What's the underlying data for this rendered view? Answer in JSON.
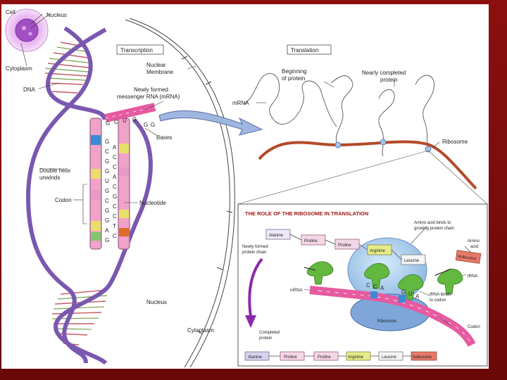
{
  "colors": {
    "dna_strand": "#7a58b0",
    "mrna_pink": "#e65aa0",
    "rrna_red": "#b44a2a",
    "ribosome_blue": "#9ec6ea",
    "trna_green": "#63b840",
    "arrow_purple": "#8a2aa8",
    "slide_border": "#7a0c0c"
  },
  "labels": {
    "cell": "Cell",
    "nucleus_top": "Nucleus",
    "cytoplasm_top": "Cytoplasm",
    "dna": "DNA",
    "transcription": "Transcription",
    "nuclear_membrane_1": "Nuclear",
    "nuclear_membrane_2": "Membrane",
    "mrna_new_1": "Newly formed",
    "mrna_new_2": "messenger RNA (mRNA)",
    "bases": "Bases",
    "double_helix_1": "Double helix",
    "double_helix_2": "unwinds",
    "codon": "Codon",
    "nucleotide": "Nucleotide",
    "nucleus_bottom": "Nucleus",
    "cytoplasm_bottom": "Cytoplasm",
    "translation": "Translation",
    "beginning_1": "Beginning",
    "beginning_2": "of protein",
    "nearly_1": "Nearly completed",
    "nearly_2": "protein",
    "mrna_right": "mRNA",
    "ribosome_right": "Ribosome"
  },
  "left_bases": [
    "G",
    "C",
    "G",
    "G",
    "U",
    "G",
    "C",
    "G",
    "G",
    "A",
    "G"
  ],
  "right_bases": [
    "A",
    "C",
    "C",
    "A",
    "C",
    "G",
    "C",
    "C",
    "T",
    "C"
  ],
  "ribosome_panel": {
    "title": "THE ROLE OF THE RIBOSOME IN TRANSLATION",
    "amino_binds_1": "Amino acid binds to",
    "amino_binds_2": "growing protein chain",
    "amino_1": "Amino",
    "amino_2": "acid",
    "newly_1": "Newly formed",
    "newly_2": "protein chain",
    "trna": "tRNA",
    "mrna": "mRNA",
    "trna_binds_1": "tRNA binds",
    "trna_binds_2": "to codon",
    "ribosome": "Ribosome",
    "codon": "Codon",
    "completed_1": "Completed",
    "completed_2": "protein",
    "chain": [
      "Alanine",
      "Proline",
      "Proline",
      "Arginine",
      "Leucine"
    ],
    "incoming_aa": "Isoleucine",
    "codon_letters": [
      "C",
      "C",
      "A",
      "G",
      "U",
      "A"
    ],
    "completed_chain": [
      "Alanine",
      "Proline",
      "Proline",
      "Arginine",
      "Leucine",
      "Isoleucine"
    ]
  }
}
